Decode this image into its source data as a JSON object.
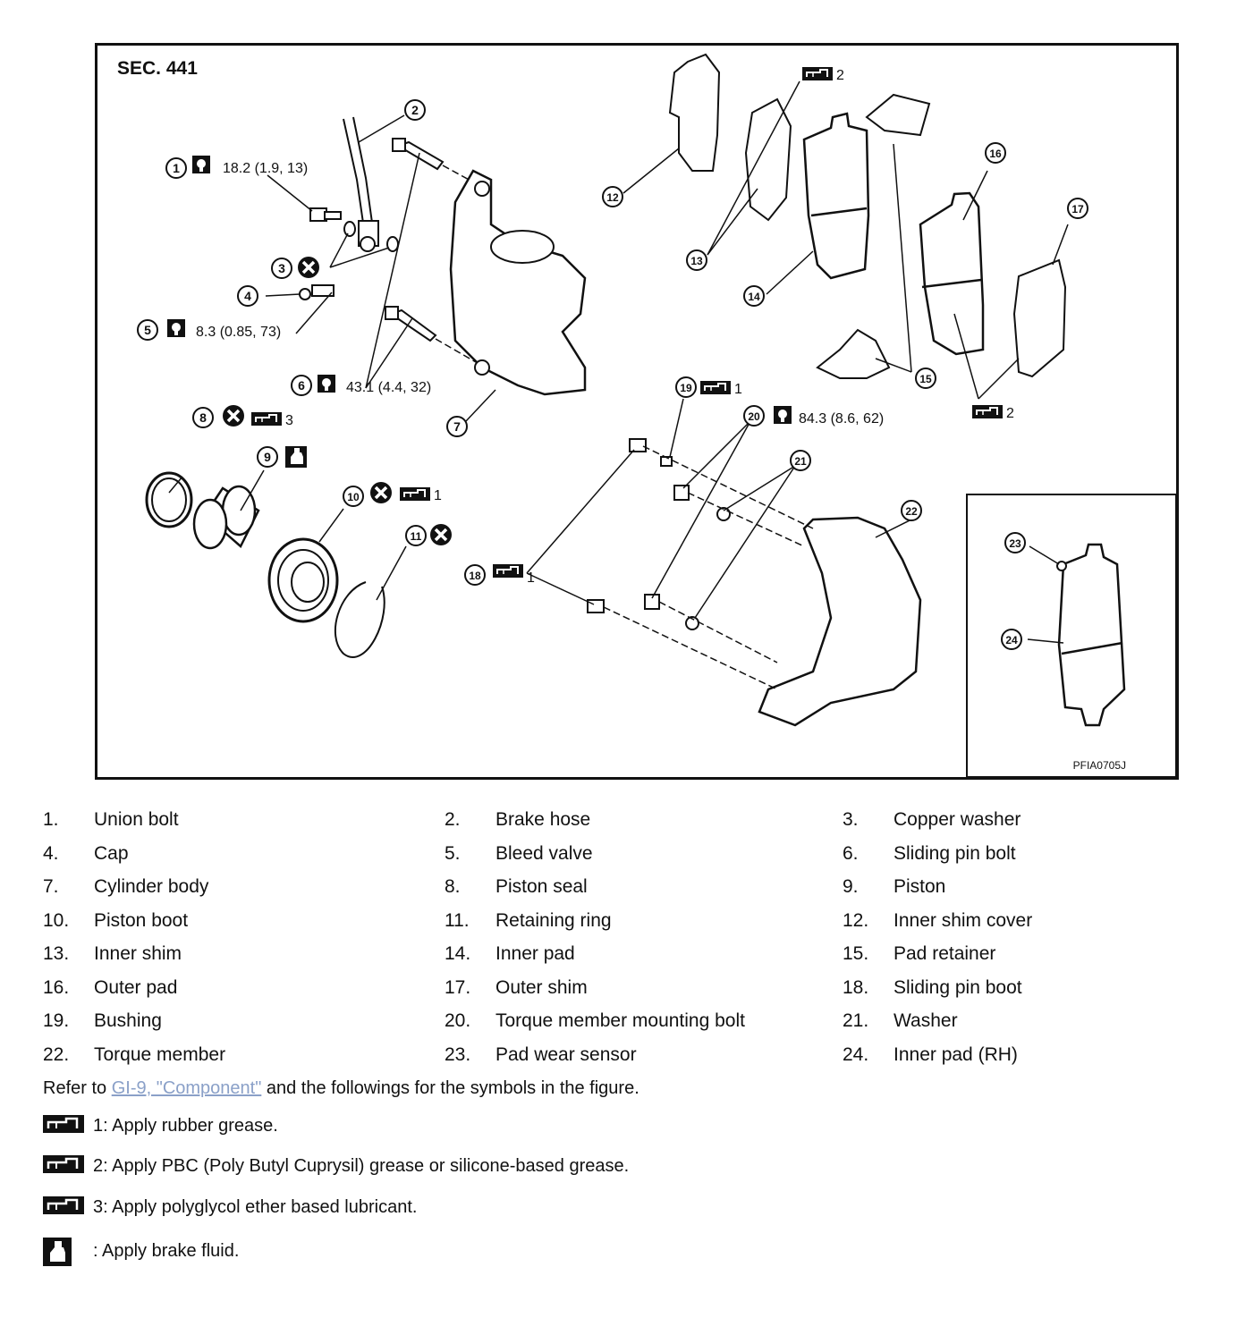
{
  "figure": {
    "section": "SEC. 441",
    "code": "PFIA0705J",
    "torques": {
      "t1": "18.2 (1.9, 13)",
      "t5": "8.3 (0.85, 73)",
      "t6": "43.1 (4.4, 32)",
      "t20": "84.3 (8.6, 62)"
    },
    "grease_marks": {
      "g_pads": "2",
      "g_outer": "2",
      "g_8": "3",
      "g_10": "1",
      "g_19": "1",
      "g_18": "1"
    },
    "callouts": [
      "1",
      "2",
      "3",
      "4",
      "5",
      "6",
      "7",
      "8",
      "9",
      "10",
      "11",
      "12",
      "13",
      "14",
      "15",
      "16",
      "17",
      "18",
      "19",
      "20",
      "21",
      "22",
      "23",
      "24"
    ]
  },
  "parts": [
    {
      "num": "1.",
      "name": "Union bolt"
    },
    {
      "num": "2.",
      "name": "Brake hose"
    },
    {
      "num": "3.",
      "name": "Copper washer"
    },
    {
      "num": "4.",
      "name": "Cap"
    },
    {
      "num": "5.",
      "name": "Bleed valve"
    },
    {
      "num": "6.",
      "name": "Sliding pin bolt"
    },
    {
      "num": "7.",
      "name": "Cylinder body"
    },
    {
      "num": "8.",
      "name": "Piston seal"
    },
    {
      "num": "9.",
      "name": "Piston"
    },
    {
      "num": "10.",
      "name": "Piston boot"
    },
    {
      "num": "11.",
      "name": "Retaining ring"
    },
    {
      "num": "12.",
      "name": "Inner shim cover"
    },
    {
      "num": "13.",
      "name": "Inner shim"
    },
    {
      "num": "14.",
      "name": "Inner pad"
    },
    {
      "num": "15.",
      "name": "Pad retainer"
    },
    {
      "num": "16.",
      "name": "Outer pad"
    },
    {
      "num": "17.",
      "name": "Outer shim"
    },
    {
      "num": "18.",
      "name": "Sliding pin boot"
    },
    {
      "num": "19.",
      "name": "Bushing"
    },
    {
      "num": "20.",
      "name": "Torque member mounting bolt"
    },
    {
      "num": "21.",
      "name": "Washer"
    },
    {
      "num": "22.",
      "name": "Torque member"
    },
    {
      "num": "23.",
      "name": "Pad wear sensor"
    },
    {
      "num": "24.",
      "name": "Inner pad (RH)"
    }
  ],
  "refer": {
    "prefix": "Refer to ",
    "link": "GI-9, \"Component\"",
    "suffix": " and the followings for the symbols in the figure."
  },
  "legend": [
    {
      "text": "1: Apply rubber grease."
    },
    {
      "text": "2: Apply PBC (Poly Butyl Cuprysil) grease or silicone-based grease."
    },
    {
      "text": "3: Apply polyglycol ether based lubricant."
    },
    {
      "text": ": Apply brake fluid."
    }
  ]
}
